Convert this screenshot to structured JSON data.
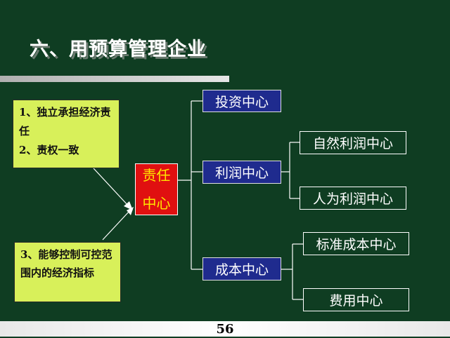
{
  "title": "六、用预算管理企业",
  "notes": {
    "top": {
      "line1": "1、独立承担经济责任",
      "line2": "2、责权一致"
    },
    "bottom": {
      "line1": "3、能够控制可控范围内的经济指标"
    }
  },
  "center": {
    "line1": "责任",
    "line2": "中心"
  },
  "nodes": {
    "touzi": "投资中心",
    "lirun": "利润中心",
    "chengben": "成本中心",
    "ziran_lirun": "自然利润中心",
    "renwei_lirun": "人为利润中心",
    "biaozhun_chengben": "标准成本中心",
    "feiyong": "费用中心"
  },
  "footer": {
    "page_number": "56"
  },
  "colors": {
    "background": "#0f3d22",
    "note_fill": "#d8f05a",
    "center_fill": "#e01010",
    "center_text": "#ffe600",
    "node_fill": "#1f2b8e"
  }
}
